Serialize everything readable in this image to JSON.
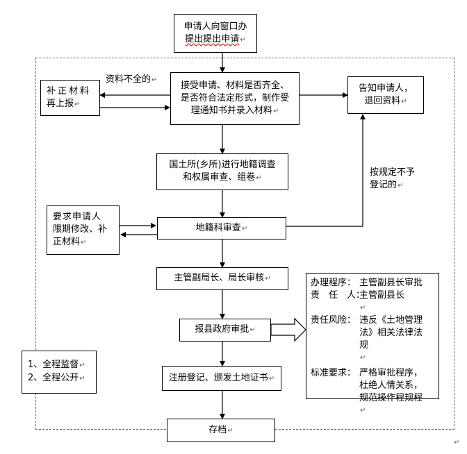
{
  "nodes": {
    "apply": {
      "line1": "申请人向窗口办",
      "line2": "提出提出申请"
    },
    "accept": {
      "line1": "接受申请、材料是否齐全、",
      "line2": "是否符合法定形式，制作受",
      "line3": "理通知书并录入材料"
    },
    "supplement": {
      "line1": "补正材料",
      "line2": "再上报"
    },
    "notify": {
      "line1": "告知申请人，",
      "line2": "退回资料"
    },
    "survey": {
      "line1": "国土所(乡所)进行地籍调查",
      "line2": "和权属审查、组卷"
    },
    "require_fix": {
      "line1": "要求申请人",
      "line2": "限期修改、补",
      "line3": "正材料"
    },
    "cadastral_review": {
      "line1": "地籍科审查"
    },
    "bureau_review": {
      "line1": "主管副局长、局长审核"
    },
    "gov_approval": {
      "line1": "报县政府审批"
    },
    "register": {
      "line1": "注册登记、颁发土地证书"
    },
    "archive": {
      "line1": "存档"
    },
    "supervision": {
      "line1": "1、全程监督",
      "line2": "2、全程公开"
    }
  },
  "edge_labels": {
    "incomplete": "资料不全的",
    "reject1": "按规定不予",
    "reject2": "登记的"
  },
  "info_box": {
    "r1_key": "办理程序：",
    "r1_val": "主管副县长审批",
    "r2_key": "责　任　人：",
    "r2_val": "主管副县长",
    "r3_key": "责任风险：",
    "r3_val1": "违反《土地管理",
    "r3_val2": "法》相关法律法",
    "r3_val3": "规",
    "r4_key": "标准要求：",
    "r4_val1": "严格审批程序，",
    "r4_val2": "杜绝人情关系，",
    "r4_val3": "规范操作程规程"
  },
  "mark": "↵"
}
